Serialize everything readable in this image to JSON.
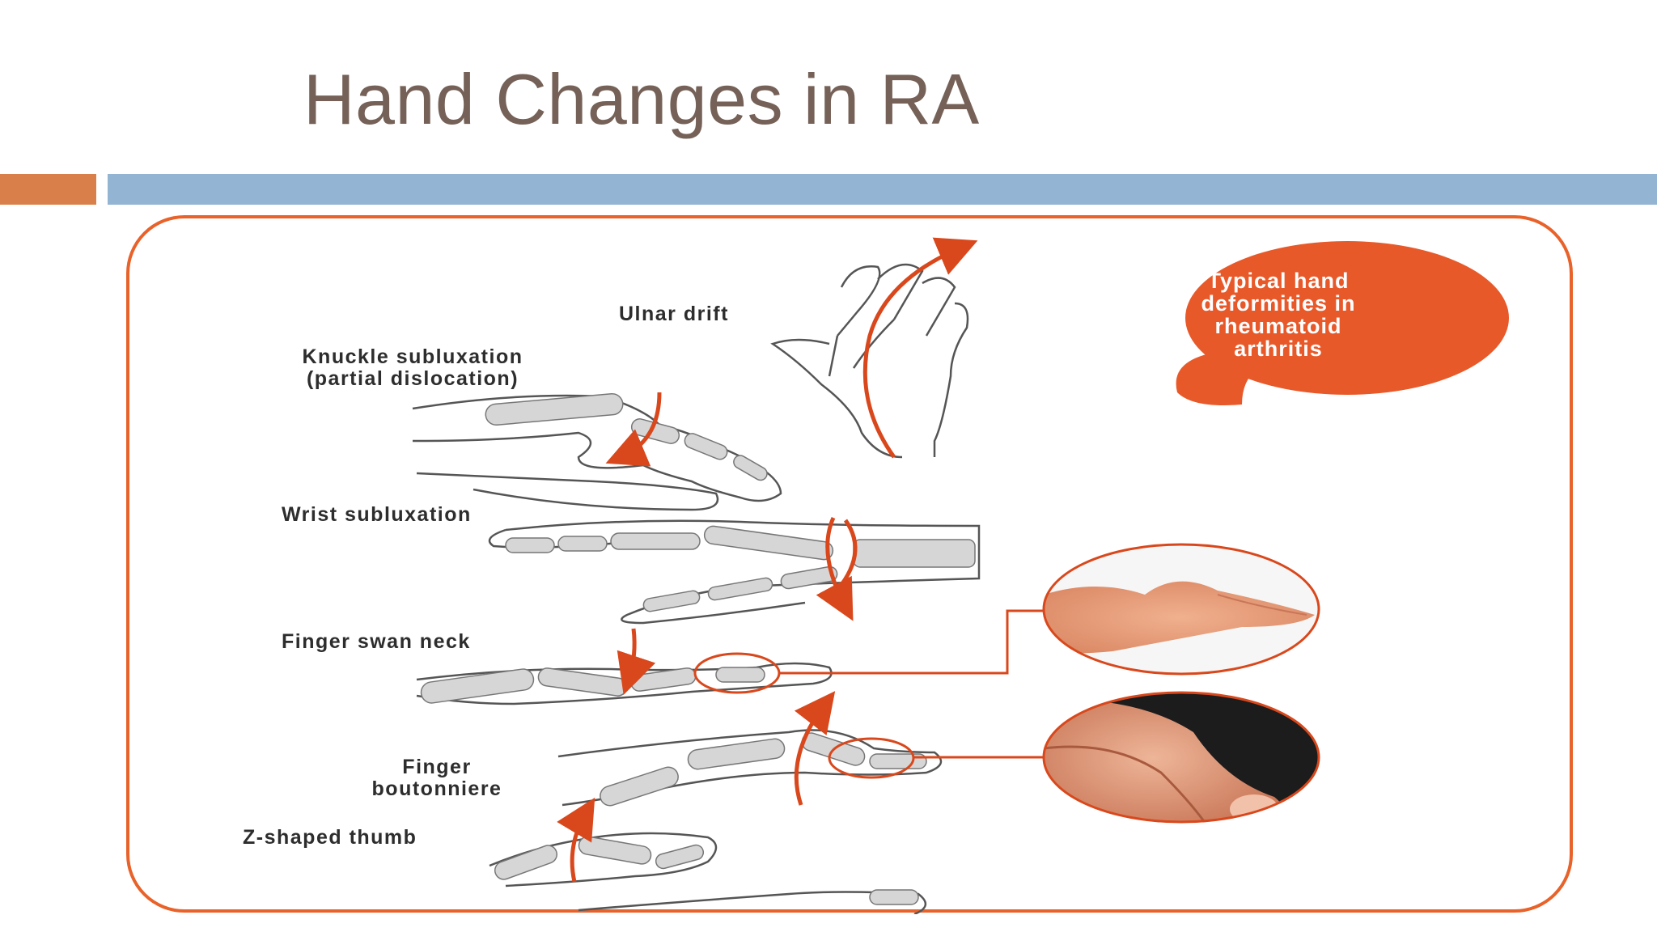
{
  "slide": {
    "title": "Hand Changes in RA"
  },
  "figure": {
    "callout": {
      "lines": [
        "Typical hand",
        "deformities in",
        "rheumatoid",
        "arthritis"
      ]
    },
    "labels": {
      "ulnar_drift": "Ulnar drift",
      "knuckle_line1": "Knuckle subluxation",
      "knuckle_line2": "(partial dislocation)",
      "wrist": "Wrist subluxation",
      "swan_neck": "Finger swan neck",
      "boutonniere_line1": "Finger",
      "boutonniere_line2": "boutonniere",
      "z_thumb": "Z-shaped thumb"
    }
  },
  "colors": {
    "title": "#756157",
    "accent_bar": "#d9804a",
    "rule_bar": "#93b4d2",
    "frame": "#e8622a",
    "arrow": "#d9481c",
    "bone_fill": "#d6d6d6"
  }
}
